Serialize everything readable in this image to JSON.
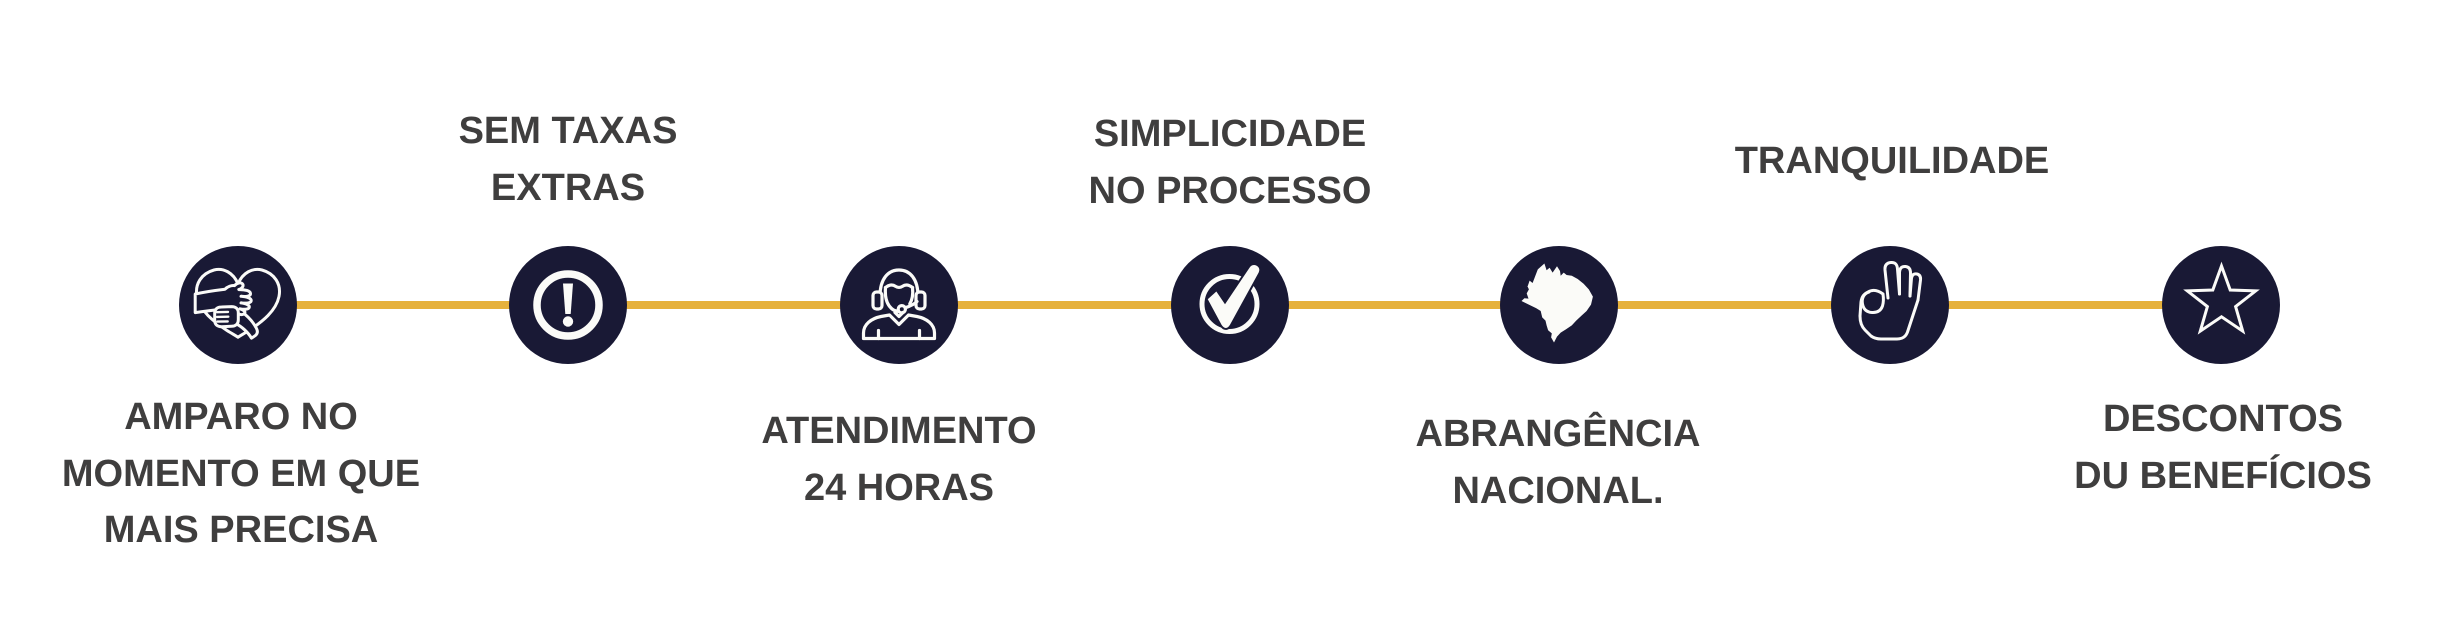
{
  "infographic": {
    "background_color": "#ffffff",
    "line_color": "#e6b13c",
    "circle_color": "#191935",
    "icon_color": "#fbfbf8",
    "label_color": "#3f3e3e"
  },
  "items": [
    {
      "icon": "heart-in-hands-icon",
      "label": "AMPARO NO\nMOMENTO EM QUE\nMAIS PRECISA",
      "label_position": "below"
    },
    {
      "icon": "exclamation-circle-icon",
      "label": "SEM TAXAS\nEXTRAS",
      "label_position": "above"
    },
    {
      "icon": "support-headset-icon",
      "label": "ATENDIMENTO\n24 HORAS",
      "label_position": "below"
    },
    {
      "icon": "checkmark-circle-icon",
      "label": "SIMPLICIDADE\nNO PROCESSO",
      "label_position": "above"
    },
    {
      "icon": "brazil-map-icon",
      "label": "ABRANGÊNCIA\nNACIONAL.",
      "label_position": "below"
    },
    {
      "icon": "ok-hand-icon",
      "label": "TRANQUILIDADE",
      "label_position": "above"
    },
    {
      "icon": "star-outline-icon",
      "label": "DESCONTOS\nDU BENEFÍCIOS",
      "label_position": "below"
    }
  ]
}
